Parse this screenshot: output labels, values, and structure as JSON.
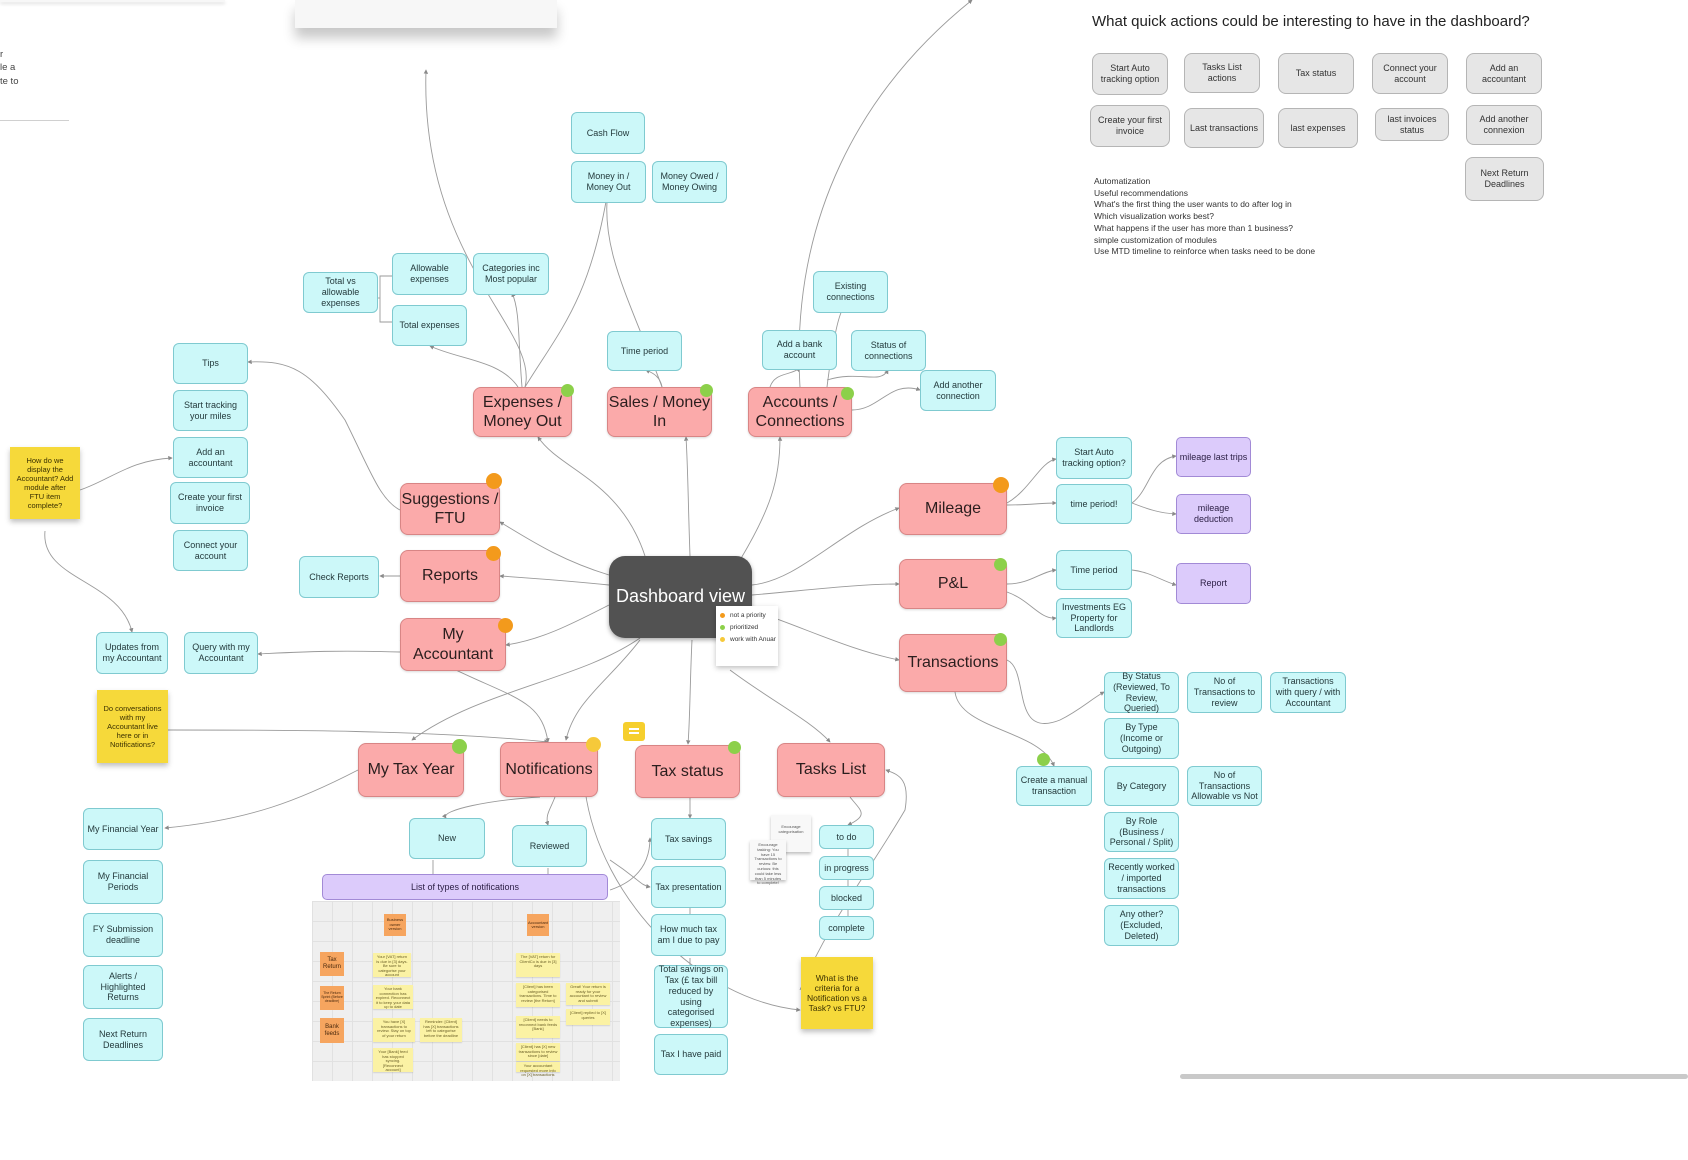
{
  "center": {
    "label": "Dashboard view"
  },
  "legend": [
    {
      "label": "not a priority",
      "color": "#f39a1c"
    },
    {
      "label": "prioritized",
      "color": "#8cd04a"
    },
    {
      "label": "work with Anuar",
      "color": "#f6c93a"
    }
  ],
  "colors": {
    "main_node": "#fbaaaa",
    "sub_node": "#ccf8f9",
    "purple_node": "#dccbfb",
    "grey_node": "#e6e6e6",
    "sticky": "#f6d93a",
    "center_node": "#525252"
  },
  "main_nodes": {
    "expenses": "Expenses / Money Out",
    "sales": "Sales / Money In",
    "accounts": "Accounts / Connections",
    "suggestions": "Suggestions / FTU",
    "reports": "Reports",
    "my_accountant": "My Accountant",
    "mileage": "Mileage",
    "pnl": "P&L",
    "transactions": "Transactions",
    "my_tax_year": "My Tax Year",
    "notifications": "Notifications",
    "tax_status": "Tax status",
    "tasks_list": "Tasks List"
  },
  "sub_nodes": {
    "cash_flow": "Cash Flow",
    "money_in_out": "Money in / Money Out",
    "money_owed": "Money Owed / Money Owing",
    "allowable_expenses": "Allowable expenses",
    "categories": "Categories inc Most popular",
    "total_vs_allowable": "Total vs allowable expenses",
    "total_expenses": "Total expenses",
    "sales_time_period": "Time period",
    "existing_connections": "Existing connections",
    "add_bank": "Add a bank account",
    "status_connections": "Status of connections",
    "add_connection": "Add another connection",
    "tips": "Tips",
    "start_tracking_miles": "Start tracking your miles",
    "add_accountant": "Add an accountant",
    "create_invoice": "Create your first invoice",
    "connect_account": "Connect your account",
    "check_reports": "Check Reports",
    "updates_accountant": "Updates from my Accountant",
    "query_accountant": "Query with my Accountant",
    "auto_tracking": "Start Auto tracking option?",
    "mileage_time_period": "time period!",
    "pnl_time_period": "Time period",
    "investments": "Investments EG Property for Landlords",
    "by_status": "By Status (Reviewed, To Review, Queried)",
    "no_to_review": "No of Transactions to review",
    "tx_query": "Transactions with query / with Accountant",
    "by_type": "By Type (Income or Outgoing)",
    "by_category": "By Category",
    "no_allowable": "No of Transactions Allowable vs Not",
    "by_role": "By Role (Business / Personal / Split)",
    "recently_worked": "Recently worked / imported transactions",
    "any_other": "Any other? (Excluded, Deleted)",
    "create_manual": "Create a manual transaction",
    "my_financial_year": "My Financial Year",
    "my_financial_periods": "My Financial Periods",
    "fy_submission": "FY Submission deadline",
    "alerts": "Alerts / Highlighted Returns",
    "next_return": "Next Return Deadlines",
    "new": "New",
    "reviewed": "Reviewed",
    "tax_savings": "Tax savings",
    "tax_presentation": "Tax presentation",
    "how_much_tax": "How much tax am I due to pay",
    "total_savings": "Total savings on Tax (£ tax bill reduced by using categorised expenses)",
    "tax_paid": "Tax I have paid",
    "to_do": "to do",
    "in_progress": "in progress",
    "blocked": "blocked",
    "complete": "complete"
  },
  "purple_nodes": {
    "mileage_last_trips": "mileage last trips",
    "mileage_deduction": "mileage deduction",
    "report": "Report",
    "notif_types": "List of types of notifications"
  },
  "stickies": {
    "accountant_display": "How do we display the Accountant? Add module after FTU item complete?",
    "conversations": "Do conversations with my Accountant live here or in Notifications?",
    "criteria": "What is the criteria for a Notification vs a Task? vs FTU?"
  },
  "white_notes": {
    "encourage": "Encourage categorisation",
    "encourage_detail": "Encourage tasking: You have 15 Transactions to review. Be curious: this could take less than 5 minutes to complete!"
  },
  "quick_actions": {
    "title": "What quick actions could be interesting to have in the dashboard?",
    "buttons": [
      "Start Auto tracking option",
      "Tasks List actions",
      "Tax status",
      "Connect your account",
      "Add an accountant",
      "Create your first invoice",
      "Last transactions",
      "last expenses",
      "last invoices status",
      "Add another connexion",
      "Next Return Deadlines"
    ],
    "notes": [
      "Automatization",
      "Useful recommendations",
      "What's the first thing the user wants to do after log in",
      "Which visualization works best?",
      "What happens if the user has more than 1 business?",
      "simple customization of modules",
      "Use MTD timeline to reinforce when tasks need to be done"
    ]
  },
  "edge_text": [
    "r",
    "le a",
    "te to"
  ],
  "notif_grid": {
    "column_headers": [
      "Business owner version",
      "Accountant version"
    ],
    "row_labels": [
      "Tax Return",
      "The Return Sprint (Before deadline)",
      "Bank feeds"
    ],
    "notes": [
      "Your [VAT] return is due in [3] days. Be sure to categorise your account",
      "The [VAT] return for ClientCo is due in [3] days",
      "Your bank connection has expired. Reconnect it to keep your data up to date",
      "[Client] has been categorised transactions. Time to review [the Return]",
      "Great! Your return is ready for your accountant to review and submit",
      "You have [X] transactions to review. Stay on top of your return",
      "Reminder: [Client] has [X] transactions left to categorise before the deadline",
      "[Client] needs to reconnect bank feeds [Bank]",
      "Your [Bank] feed has stopped syncing. [Reconnect account]",
      "[Client] has [X] new transactions to review since [date]",
      "Your accountant requested more info on [X] transactions",
      "[Client] replied to [X] queries"
    ]
  }
}
